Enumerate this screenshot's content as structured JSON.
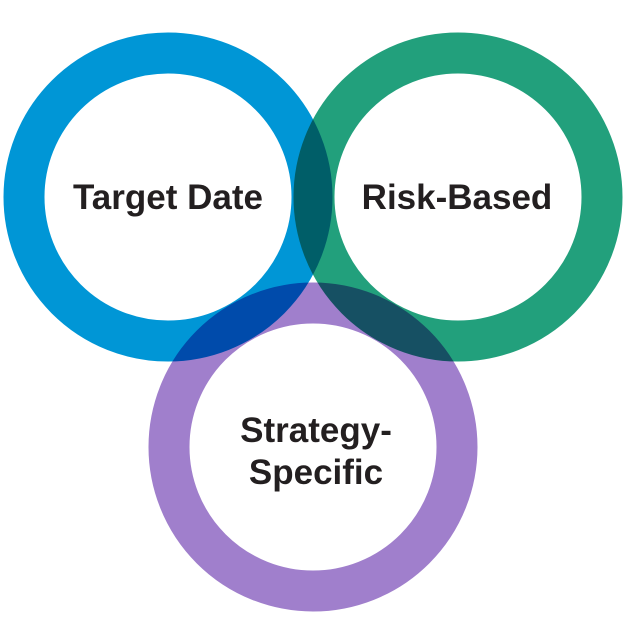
{
  "diagram": {
    "circles": [
      {
        "id": "target-date",
        "lines": [
          "Target Date"
        ],
        "color": "#0096d6"
      },
      {
        "id": "risk-based",
        "lines": [
          "Risk-Based"
        ],
        "color": "#22a07c"
      },
      {
        "id": "strategy-specific",
        "lines": [
          "Strategy-",
          "Specific"
        ],
        "color": "#a07fcc"
      }
    ]
  }
}
